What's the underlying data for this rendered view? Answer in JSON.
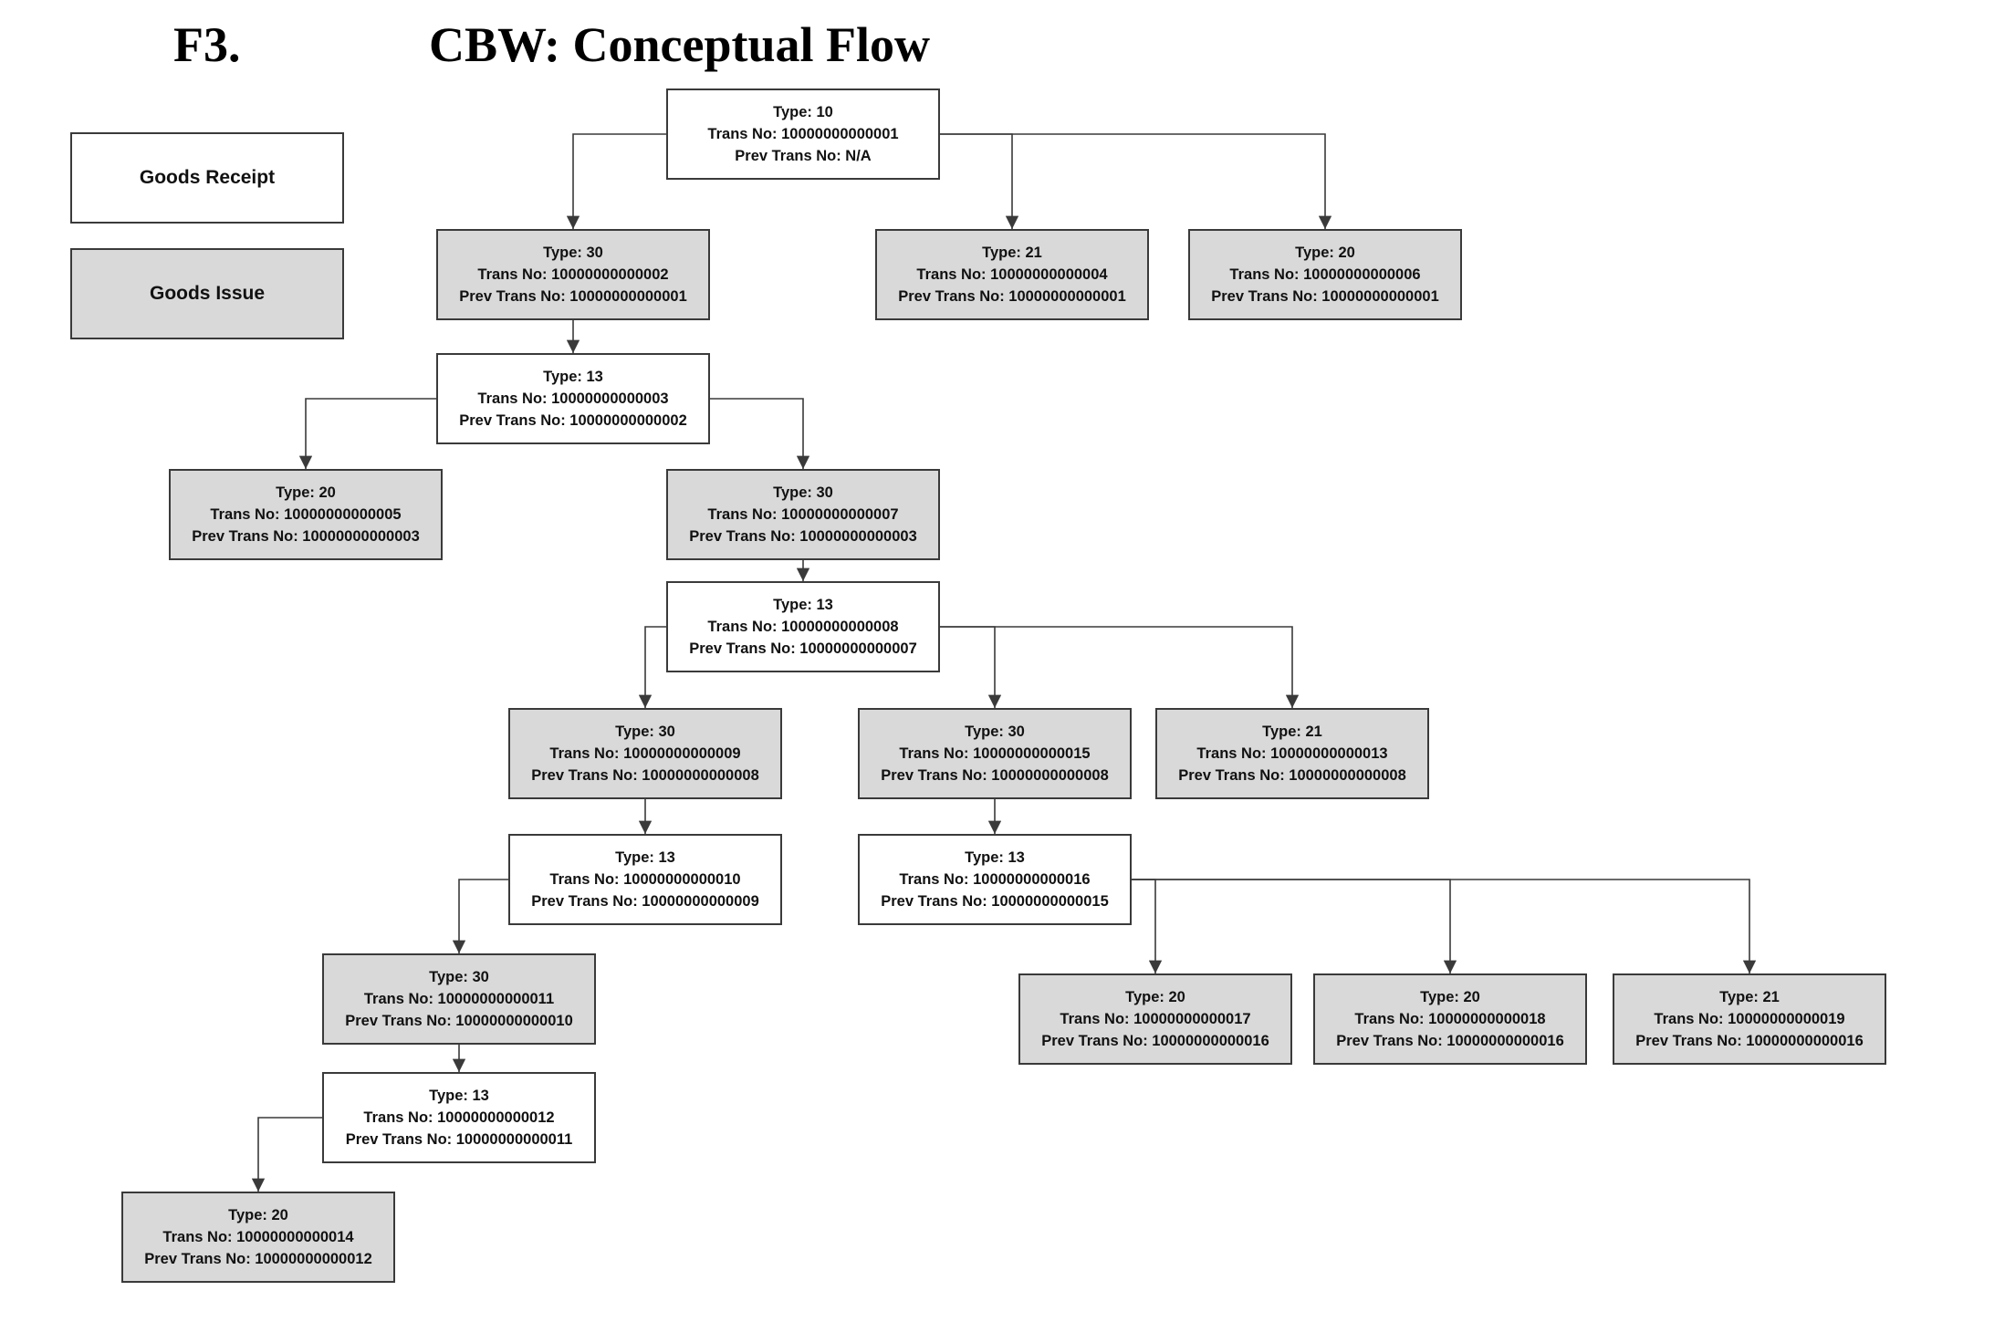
{
  "header": {
    "figure_number": "F3.",
    "title": "CBW: Conceptual Flow"
  },
  "legend": {
    "receipt_label": "Goods Receipt",
    "issue_label": "Goods Issue"
  },
  "colors": {
    "receipt_fill": "#ffffff",
    "issue_fill": "#d9d9d9",
    "line": "#3a3a3a"
  },
  "labels": {
    "type_prefix": "Type: ",
    "trans_prefix": "Trans No: ",
    "prev_prefix": "Prev Trans No: "
  },
  "nodes": [
    {
      "id": "n1",
      "kind": "receipt",
      "type": "10",
      "trans": "10000000000001",
      "prev": "N/A"
    },
    {
      "id": "n2",
      "kind": "issue",
      "type": "30",
      "trans": "10000000000002",
      "prev": "10000000000001"
    },
    {
      "id": "n4",
      "kind": "issue",
      "type": "21",
      "trans": "10000000000004",
      "prev": "10000000000001"
    },
    {
      "id": "n6",
      "kind": "issue",
      "type": "20",
      "trans": "10000000000006",
      "prev": "10000000000001"
    },
    {
      "id": "n3",
      "kind": "receipt",
      "type": "13",
      "trans": "10000000000003",
      "prev": "10000000000002"
    },
    {
      "id": "n5",
      "kind": "issue",
      "type": "20",
      "trans": "10000000000005",
      "prev": "10000000000003"
    },
    {
      "id": "n7",
      "kind": "issue",
      "type": "30",
      "trans": "10000000000007",
      "prev": "10000000000003"
    },
    {
      "id": "n8",
      "kind": "receipt",
      "type": "13",
      "trans": "10000000000008",
      "prev": "10000000000007"
    },
    {
      "id": "n9",
      "kind": "issue",
      "type": "30",
      "trans": "10000000000009",
      "prev": "10000000000008"
    },
    {
      "id": "n15",
      "kind": "issue",
      "type": "30",
      "trans": "10000000000015",
      "prev": "10000000000008"
    },
    {
      "id": "n13",
      "kind": "issue",
      "type": "21",
      "trans": "10000000000013",
      "prev": "10000000000008"
    },
    {
      "id": "n10",
      "kind": "receipt",
      "type": "13",
      "trans": "10000000000010",
      "prev": "10000000000009"
    },
    {
      "id": "n16",
      "kind": "receipt",
      "type": "13",
      "trans": "10000000000016",
      "prev": "10000000000015"
    },
    {
      "id": "n11",
      "kind": "issue",
      "type": "30",
      "trans": "10000000000011",
      "prev": "10000000000010"
    },
    {
      "id": "n17",
      "kind": "issue",
      "type": "20",
      "trans": "10000000000017",
      "prev": "10000000000016"
    },
    {
      "id": "n18",
      "kind": "issue",
      "type": "20",
      "trans": "10000000000018",
      "prev": "10000000000016"
    },
    {
      "id": "n19",
      "kind": "issue",
      "type": "21",
      "trans": "10000000000019",
      "prev": "10000000000016"
    },
    {
      "id": "n12",
      "kind": "receipt",
      "type": "13",
      "trans": "10000000000012",
      "prev": "10000000000011"
    },
    {
      "id": "n14",
      "kind": "issue",
      "type": "20",
      "trans": "10000000000014",
      "prev": "10000000000012"
    }
  ],
  "edges": [
    [
      "n1",
      "n2"
    ],
    [
      "n1",
      "n4"
    ],
    [
      "n1",
      "n6"
    ],
    [
      "n2",
      "n3"
    ],
    [
      "n3",
      "n5"
    ],
    [
      "n3",
      "n7"
    ],
    [
      "n7",
      "n8"
    ],
    [
      "n8",
      "n9"
    ],
    [
      "n8",
      "n15"
    ],
    [
      "n8",
      "n13"
    ],
    [
      "n9",
      "n10"
    ],
    [
      "n15",
      "n16"
    ],
    [
      "n10",
      "n11"
    ],
    [
      "n16",
      "n17"
    ],
    [
      "n16",
      "n18"
    ],
    [
      "n16",
      "n19"
    ],
    [
      "n11",
      "n12"
    ],
    [
      "n12",
      "n14"
    ]
  ]
}
